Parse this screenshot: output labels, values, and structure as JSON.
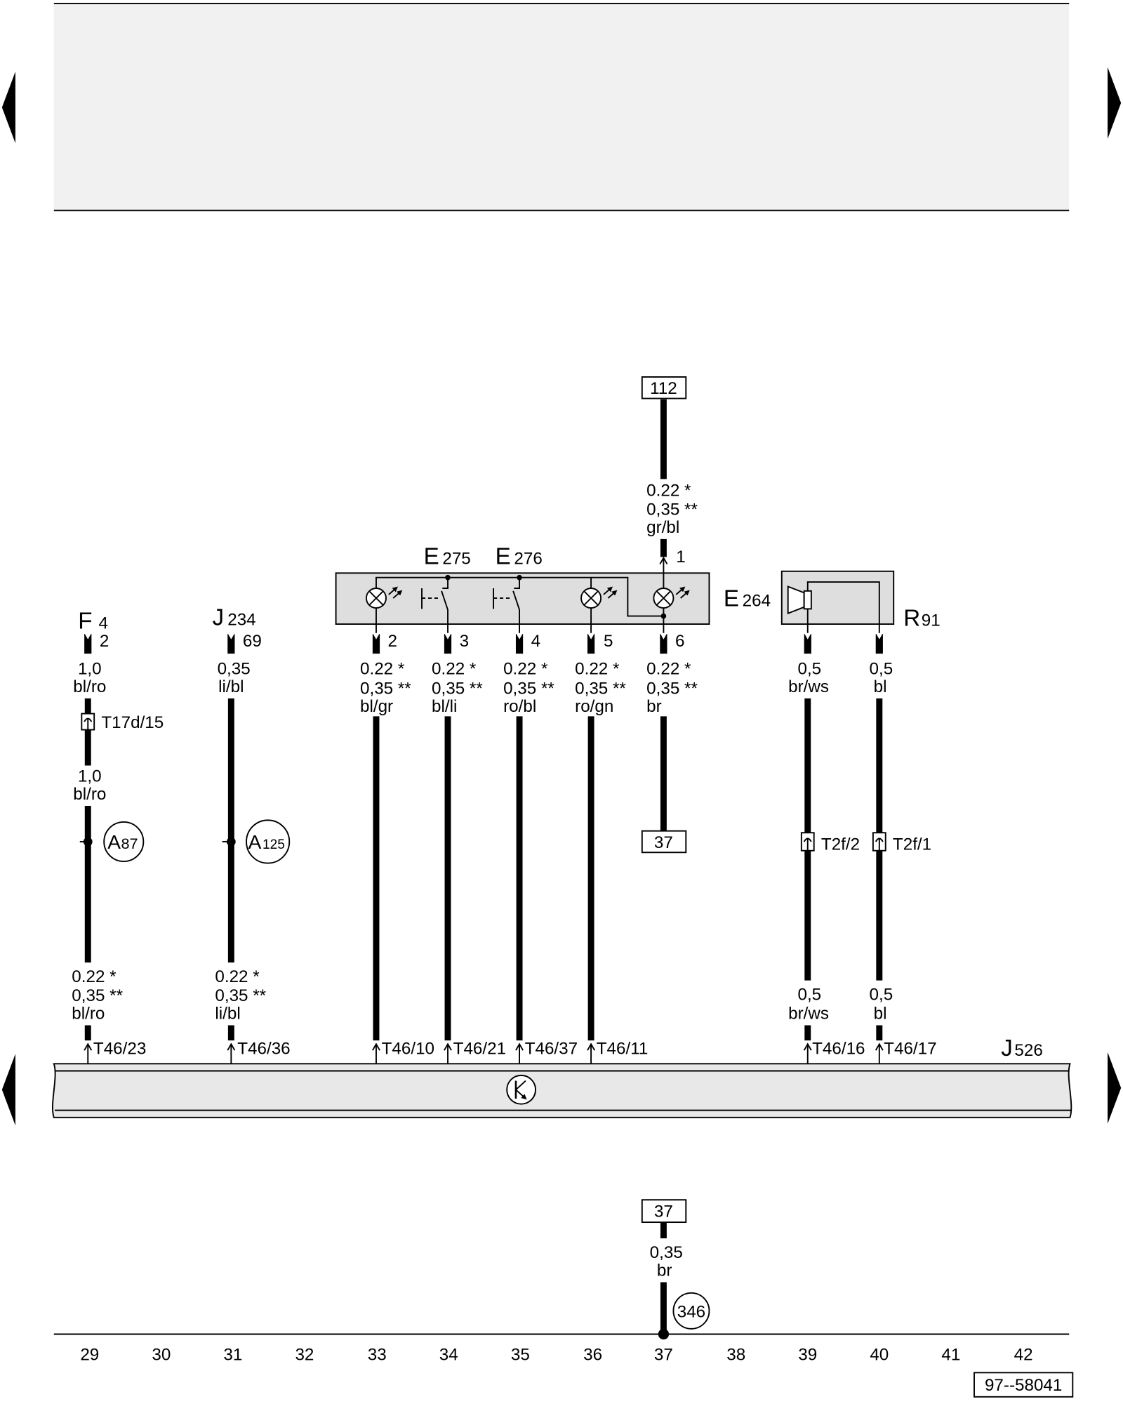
{
  "document": {
    "reference_code": "97--58041"
  },
  "icons": {
    "page_prev": "triangle-left-icon",
    "page_next": "triangle-right-icon",
    "lamp": "lamp-icon",
    "switch": "pushbutton-switch-icon",
    "buzzer": "buzzer-icon",
    "control_unit_symbol": "transistor-icon"
  },
  "columns": [
    "29",
    "30",
    "31",
    "32",
    "33",
    "34",
    "35",
    "36",
    "37",
    "38",
    "39",
    "40",
    "41",
    "42"
  ],
  "components": {
    "F4": {
      "letter": "F",
      "number": "4"
    },
    "J234": {
      "letter": "J",
      "number": "234"
    },
    "E275": {
      "letter": "E",
      "number": "275"
    },
    "E276": {
      "letter": "E",
      "number": "276"
    },
    "E264": {
      "letter": "E",
      "number": "264"
    },
    "R91": {
      "letter": "R",
      "number": "91"
    },
    "J526": {
      "letter": "J",
      "number": "526"
    }
  },
  "connections": {
    "A87": {
      "letter": "A",
      "number": "87"
    },
    "A125": {
      "letter": "A",
      "number": "125"
    },
    "ground_346": "346"
  },
  "references": {
    "to_112": "112",
    "to_37_upper": "37",
    "to_37_lower": "37"
  },
  "wires": {
    "col29": {
      "pin": "2",
      "upper": [
        "1,0",
        "bl/ro"
      ],
      "inline_connector": "T17d/15",
      "middle": [
        "1,0",
        "bl/ro"
      ],
      "lower": [
        "0.22 *",
        "0,35 **",
        "bl/ro"
      ],
      "terminal": "T46/23"
    },
    "col31": {
      "pin": "69",
      "upper": [
        "0,35",
        "li/bl"
      ],
      "lower": [
        "0.22 *",
        "0,35 **",
        "li/bl"
      ],
      "terminal": "T46/36"
    },
    "col33": {
      "pin": "2",
      "spec": [
        "0.22 *",
        "0,35 **",
        "bl/gr"
      ],
      "terminal": "T46/10"
    },
    "col34": {
      "pin": "3",
      "spec": [
        "0.22 *",
        "0,35 **",
        "bl/li"
      ],
      "terminal": "T46/21"
    },
    "col35": {
      "pin": "4",
      "spec": [
        "0.22 *",
        "0,35 **",
        "ro/bl"
      ],
      "terminal": "T46/37"
    },
    "col36": {
      "pin": "5",
      "spec": [
        "0.22 *",
        "0,35 **",
        "ro/gn"
      ],
      "terminal": "T46/11"
    },
    "col37_feed": {
      "pin": "1",
      "spec": [
        "0.22 *",
        "0,35 **",
        "gr/bl"
      ]
    },
    "col37": {
      "pin": "6",
      "spec": [
        "0.22 *",
        "0,35 **",
        "br"
      ]
    },
    "col37_ground": {
      "spec": [
        "0,35",
        "br"
      ]
    },
    "col39": {
      "upper": [
        "0,5",
        "br/ws"
      ],
      "inline_connector": "T2f/2",
      "lower": [
        "0,5",
        "br/ws"
      ],
      "terminal": "T46/16"
    },
    "col40": {
      "upper": [
        "0,5",
        "bl"
      ],
      "inline_connector": "T2f/1",
      "lower": [
        "0,5",
        "bl"
      ],
      "terminal": "T46/17"
    }
  }
}
